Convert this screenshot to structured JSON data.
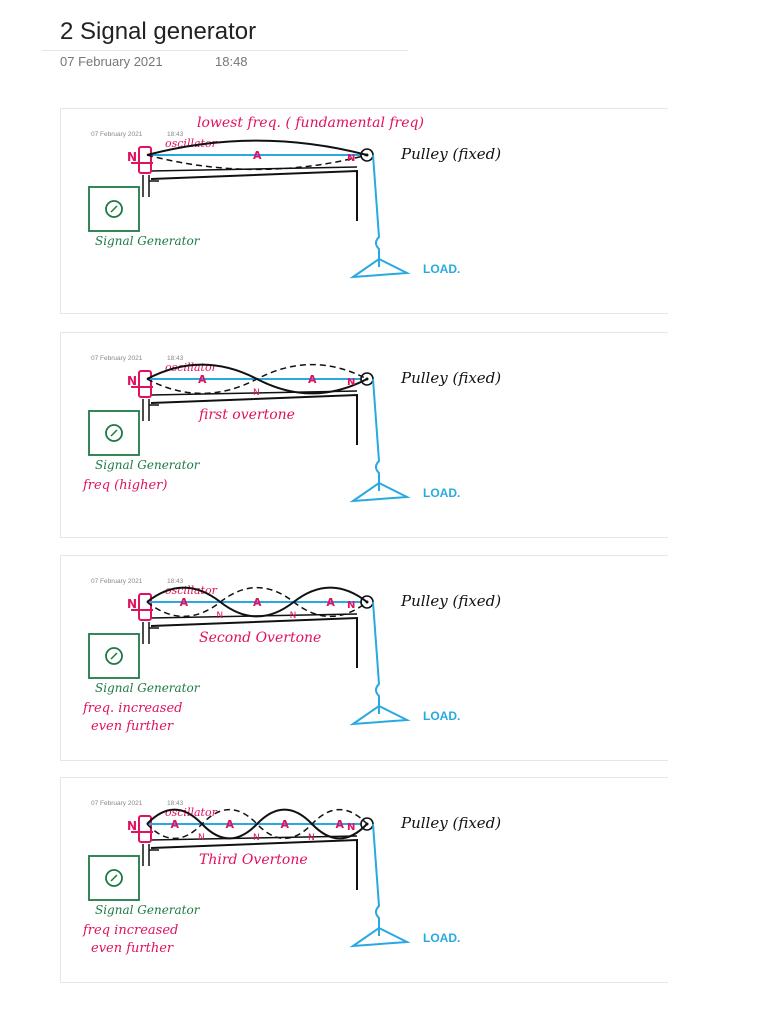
{
  "page": {
    "title": "2 Signal generator",
    "date": "07 February 2021",
    "time": "18:48"
  },
  "colors": {
    "string": "#29a9e1",
    "magenta": "#e0115f",
    "green": "#1d7a43",
    "ink": "#111111"
  },
  "labels": {
    "pulley": "Pulley (fixed)",
    "load": "LOAD.",
    "generator": "Signal Generator",
    "oscillator": "oscillator",
    "node": "N",
    "antinode": "A",
    "stamp_date": "07 February 2021",
    "stamp_time": "18:43"
  },
  "panels": [
    {
      "caption": "lowest freq. ( fundamental freq)",
      "note": "",
      "loops": 1
    },
    {
      "caption": "first overtone",
      "note": "freq (higher)",
      "loops": 2
    },
    {
      "caption": "Second Overtone",
      "note": "freq. increased even further",
      "loops": 3
    },
    {
      "caption": "Third Overtone",
      "note": "freq increased even further",
      "loops": 4
    }
  ]
}
